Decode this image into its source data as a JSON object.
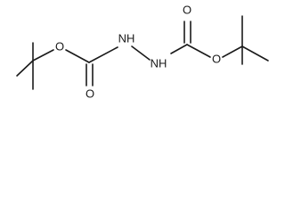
{
  "molecule": {
    "atoms": {
      "o_ester_left": "O",
      "o_carbonyl_left": "O",
      "nh_left": "NH",
      "nh_right": "NH",
      "o_carbonyl_right": "O",
      "o_ester_right": "O"
    }
  }
}
